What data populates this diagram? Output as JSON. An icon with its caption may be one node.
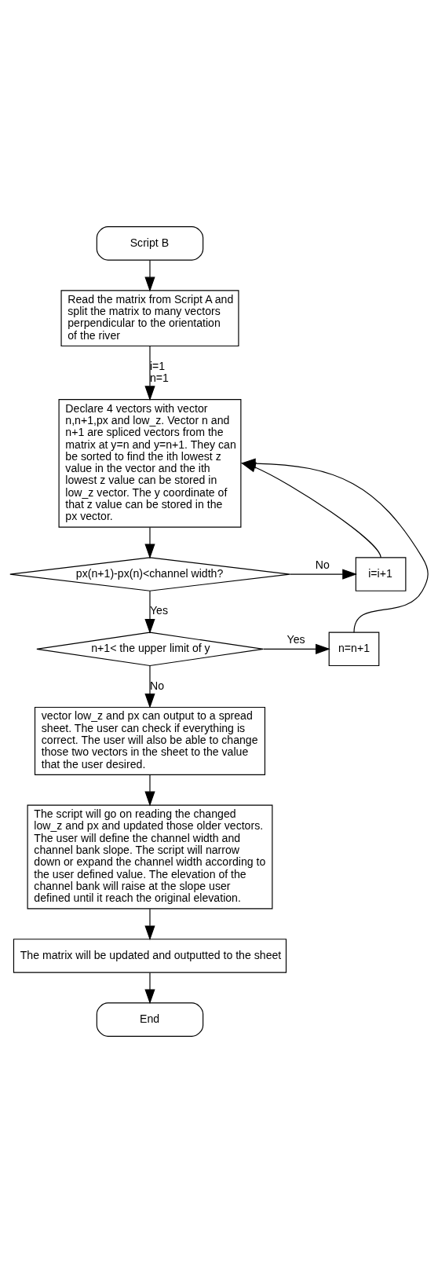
{
  "diagram": {
    "nodes": [
      {
        "text": [
          "Script B"
        ]
      },
      {
        "text": [
          "Read the matrix from Script A and split the matrix to many vectors perpendicular to the orientation of the river"
        ]
      },
      {
        "text": [
          "Declare 4 vectors with vector n,n+1,px and low_z. Vector n and n+1 are spliced vectors from the matrix at y=n and y=n+1. They can be sorted to find the ith lowest z value in the vector and the ith lowest z value can be stored in low_z vector. The y coordinate of that z value can be stored in the px vector."
        ]
      },
      {
        "text": [
          "px(n+1)-px(n)<channel width?"
        ]
      },
      {
        "text": [
          "i=i+1"
        ]
      },
      {
        "text": [
          "n+1< the upper limit of y"
        ]
      },
      {
        "text": [
          "n=n+1"
        ]
      },
      {
        "text": [
          "vector low_z and px can output to a spread sheet. The user can check if everything is correct. The user will also be able to change those two vectors in the sheet to the value that the user desired."
        ]
      },
      {
        "text": [
          "The script will go on reading the changed low_z and px and updated those older vectors. The user will define the channel width and channel bank slope. The script will narrow down or expand the channel width according to the user defined value. The elevation of the channel bank will raise at the slope user defined until it reach the original elevation."
        ]
      },
      {
        "text": [
          "The matrix will be updated and outputted to the sheet"
        ]
      },
      {
        "text": [
          "End"
        ]
      }
    ],
    "edges": [
      {
        "from": 0,
        "to": 1,
        "arrow": "to"
      },
      {
        "from": 1,
        "to": 2,
        "arrow": "to",
        "label": "i=1 n=1"
      },
      {
        "from": 2,
        "to": 3,
        "arrow": "to"
      },
      {
        "from": 3,
        "to": 4,
        "arrow": "to",
        "label": "No"
      },
      {
        "from": 4,
        "to": 2,
        "arrow": "to"
      },
      {
        "from": 3,
        "to": 5,
        "arrow": "to",
        "label": "Yes"
      },
      {
        "from": 5,
        "to": 6,
        "arrow": "to",
        "label": "Yes"
      },
      {
        "from": 6,
        "to": 2,
        "arrow": "to"
      },
      {
        "from": 5,
        "to": 7,
        "arrow": "to",
        "label": "No"
      },
      {
        "from": 7,
        "to": 8,
        "arrow": "to"
      },
      {
        "from": 8,
        "to": 9,
        "arrow": "to"
      },
      {
        "from": 9,
        "to": 10,
        "arrow": "to"
      }
    ]
  }
}
